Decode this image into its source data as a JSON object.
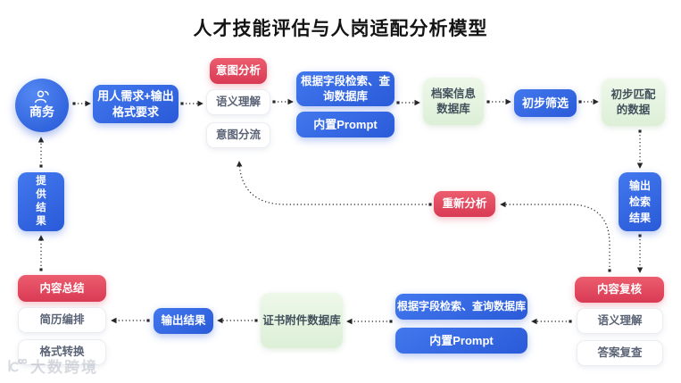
{
  "title": "人才技能评估与人岗适配分析模型",
  "colors": {
    "primary_blue": "#2e63e0",
    "accent_red": "#de4459",
    "light_green": "#e6f4e0",
    "arrow": "#2b2b2b",
    "background": "#ffffff"
  },
  "icons": {
    "actor": "person-icon",
    "watermark": "infinity-logo-icon"
  },
  "actor": {
    "label": "商务"
  },
  "top_flow": {
    "hiring_demand": {
      "lines": [
        "用人需求+输出",
        "格式要求"
      ]
    },
    "intent_group": {
      "header": "意图分析",
      "items": [
        "语义理解",
        "意图分流"
      ]
    },
    "retrieval_group": {
      "retrieval_lines": [
        "根据字段检索、查",
        "询数据库"
      ],
      "prompt": "内置Prompt"
    },
    "archive_db": {
      "lines": [
        "档案信息",
        "数据库"
      ]
    },
    "initial_screening": {
      "label": "初步筛选"
    },
    "matched_data": {
      "lines": [
        "初步匹配",
        "的数据"
      ]
    }
  },
  "right_flow": {
    "output_search_result": {
      "lines": [
        "输出",
        "检索",
        "结果"
      ]
    }
  },
  "center": {
    "reanalyze": {
      "label": "重新分析"
    }
  },
  "bottom_flow": {
    "review_group": {
      "header": "内容复核",
      "items": [
        "语义理解",
        "答案复查"
      ]
    },
    "retrieval_group": {
      "retrieval": "根据字段检索、查询数据库",
      "prompt": "内置Prompt"
    },
    "cert_db": {
      "label": "证书附件数据库"
    },
    "output_result": {
      "label": "输出结果"
    },
    "summary_group": {
      "header": "内容总结",
      "items": [
        "简历编排",
        "格式转换"
      ]
    }
  },
  "left_flow": {
    "provide_result": {
      "lines": [
        "提",
        "供",
        "结",
        "果"
      ]
    }
  },
  "watermark": {
    "text": "大数跨境"
  }
}
